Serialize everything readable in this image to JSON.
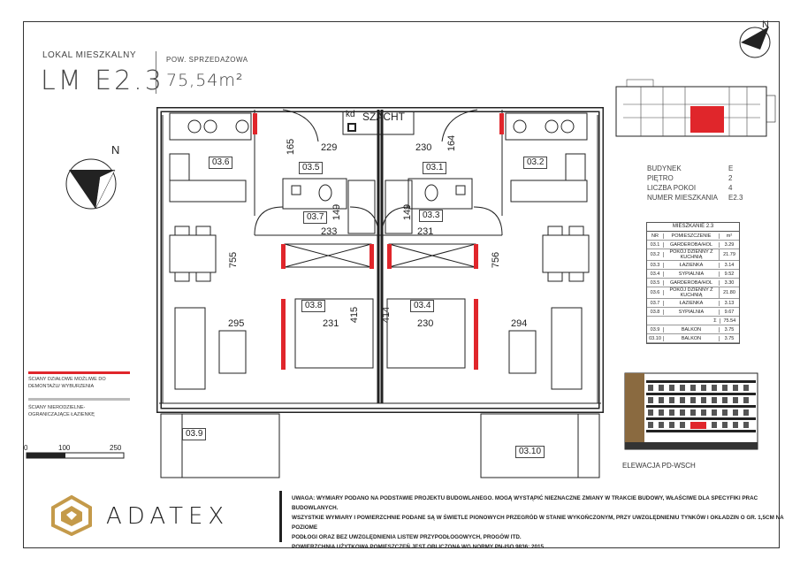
{
  "header": {
    "lokal_label": "LOKAL MIESZKALNY",
    "lokal_code": "LM E2.3",
    "area_label": "POW. SPRZEDAŻOWA",
    "area_value": "75,54m²"
  },
  "info": {
    "rows": [
      {
        "key": "BUDYNEK",
        "value": "E"
      },
      {
        "key": "PIĘTRO",
        "value": "2"
      },
      {
        "key": "LICZBA POKOI",
        "value": "4"
      },
      {
        "key": "NUMER MIESZKANIA",
        "value": "E2.3"
      }
    ]
  },
  "rooms_table": {
    "title": "MIESZKANIE 2.3",
    "headers": [
      "NR",
      "POMIESZCZENIE",
      "m²"
    ],
    "rows": [
      [
        "03.1",
        "GARDEROBA/HOL",
        "3.29"
      ],
      [
        "03.2",
        "POKÓJ DZIENNY Z KUCHNIĄ",
        "21.79"
      ],
      [
        "03.3",
        "ŁAZIENKA",
        "3.14"
      ],
      [
        "03.4",
        "SYPIALNIA",
        "9.52"
      ],
      [
        "03.5",
        "GARDEROBA/HOL",
        "3.30"
      ],
      [
        "03.6",
        "POKÓJ DZIENNY Z KUCHNIĄ",
        "21.80"
      ],
      [
        "03.7",
        "ŁAZIENKA",
        "3.13"
      ],
      [
        "03.8",
        "SYPIALNIA",
        "9.67"
      ]
    ],
    "sum_symbol": "Σ",
    "sum": "75.54",
    "balcony_rows": [
      [
        "03.9",
        "BALKON",
        "3.75"
      ],
      [
        "03.10",
        "BALKON",
        "3.75"
      ]
    ]
  },
  "plan": {
    "rooms": [
      "03.6",
      "03.5",
      "03.1",
      "03.2",
      "03.7",
      "03.3",
      "03.8",
      "03.4",
      "03.9",
      "03.10"
    ],
    "shaft_label": "SZACHT",
    "kd_label": "kd",
    "dims": [
      "229",
      "230",
      "165",
      "164",
      "233",
      "231",
      "149",
      "149",
      "755",
      "756",
      "295",
      "231",
      "415",
      "414",
      "230",
      "294"
    ]
  },
  "legend": {
    "red_label": "ŚCIANY DZIAŁOWE MOŻLIWE DO DEMONTAŻU/ WYBURZENIA",
    "gray_label": "ŚCIANY NIERODZIELNE-OGRANICZAJĄCE ŁAZIENKĘ",
    "scale": [
      "0",
      "100",
      "250"
    ]
  },
  "compass_label": "N",
  "elevation_label": "ELEWACJA PD-WSCH",
  "brand": "ADATEX",
  "notes": [
    "UWAGA: WYMIARY PODANO NA PODSTAWIE PROJEKTU BUDOWLANEGO. MOGĄ WYSTĄPIĆ NIEZNACZNE ZMIANY W TRAKCIE BUDOWY, WŁAŚCIWE DLA SPECYFIKI PRAC BUDOWLANYCH.",
    "WSZYSTKIE WYMIARY I POWIERZCHNIE PODANE SĄ W ŚWIETLE PIONOWYCH PRZEGRÓD W STANIE WYKOŃCZONYM, PRZY UWZGLĘDNIENIU TYNKÓW I OKŁADZIN O GR. 1,5CM NA POZIOME",
    "PODŁOGI ORAZ BEZ UWZGLĘDNIENIA LISTEW PRZYPODŁOGOWYCH, PROGÓW ITD.",
    "POWIERZCHNIA UŻYTKOWA POMIESZCZEŃ JEST OBLICZONA WG NORMY PN-ISO 9836: 2015"
  ],
  "colors": {
    "accent_red": "#e0262b",
    "logo_gold": "#c49a4a",
    "highlight": "#e0262b"
  }
}
